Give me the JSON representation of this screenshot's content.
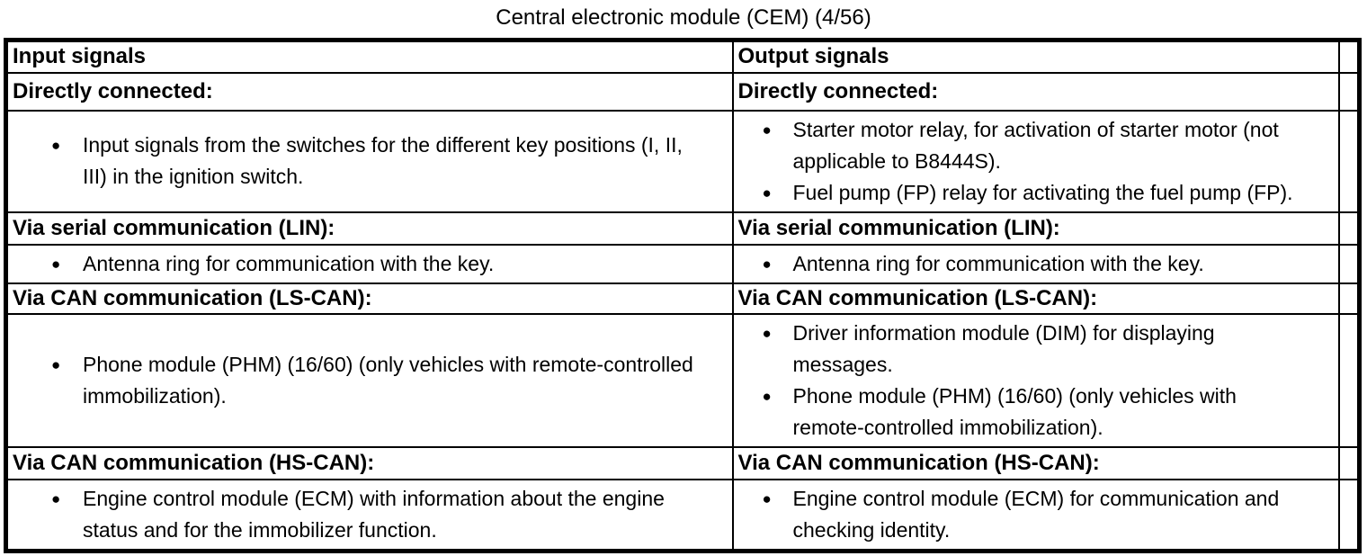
{
  "title": "Central electronic module (CEM) (4/56)",
  "colors": {
    "background": "#ffffff",
    "text": "#000000",
    "border": "#000000"
  },
  "table": {
    "left_header": "Input signals",
    "right_header": "Output signals",
    "sections": [
      {
        "left_heading": "Directly connected:",
        "right_heading": "Directly connected:",
        "left_bullets": [
          "Input signals from the switches for the different key positions (I, II, III) in the ignition switch."
        ],
        "right_bullets": [
          "Starter motor relay, for activation of starter motor (not applicable to B8444S).",
          "Fuel pump (FP) relay for activating the fuel pump (FP)."
        ]
      },
      {
        "left_heading": "Via serial communication (LIN):",
        "right_heading": "Via serial communication (LIN):",
        "left_bullets": [
          "Antenna ring for communication with the key."
        ],
        "right_bullets": [
          "Antenna ring for communication with the key."
        ]
      },
      {
        "left_heading": "Via CAN communication (LS-CAN):",
        "right_heading": "Via CAN communication (LS-CAN):",
        "left_bullets": [
          "Phone module (PHM) (16/60) (only vehicles with remote-controlled immobilization)."
        ],
        "right_bullets": [
          "Driver information module (DIM) for displaying messages.",
          "Phone module (PHM) (16/60) (only vehicles with remote-controlled immobilization)."
        ]
      },
      {
        "left_heading": "Via CAN communication (HS-CAN):",
        "right_heading": "Via CAN communication (HS-CAN):",
        "left_bullets": [
          "Engine control module (ECM) with information about the engine status and for the immobilizer function."
        ],
        "right_bullets": [
          "Engine control module (ECM) for communication and checking identity."
        ]
      }
    ]
  }
}
